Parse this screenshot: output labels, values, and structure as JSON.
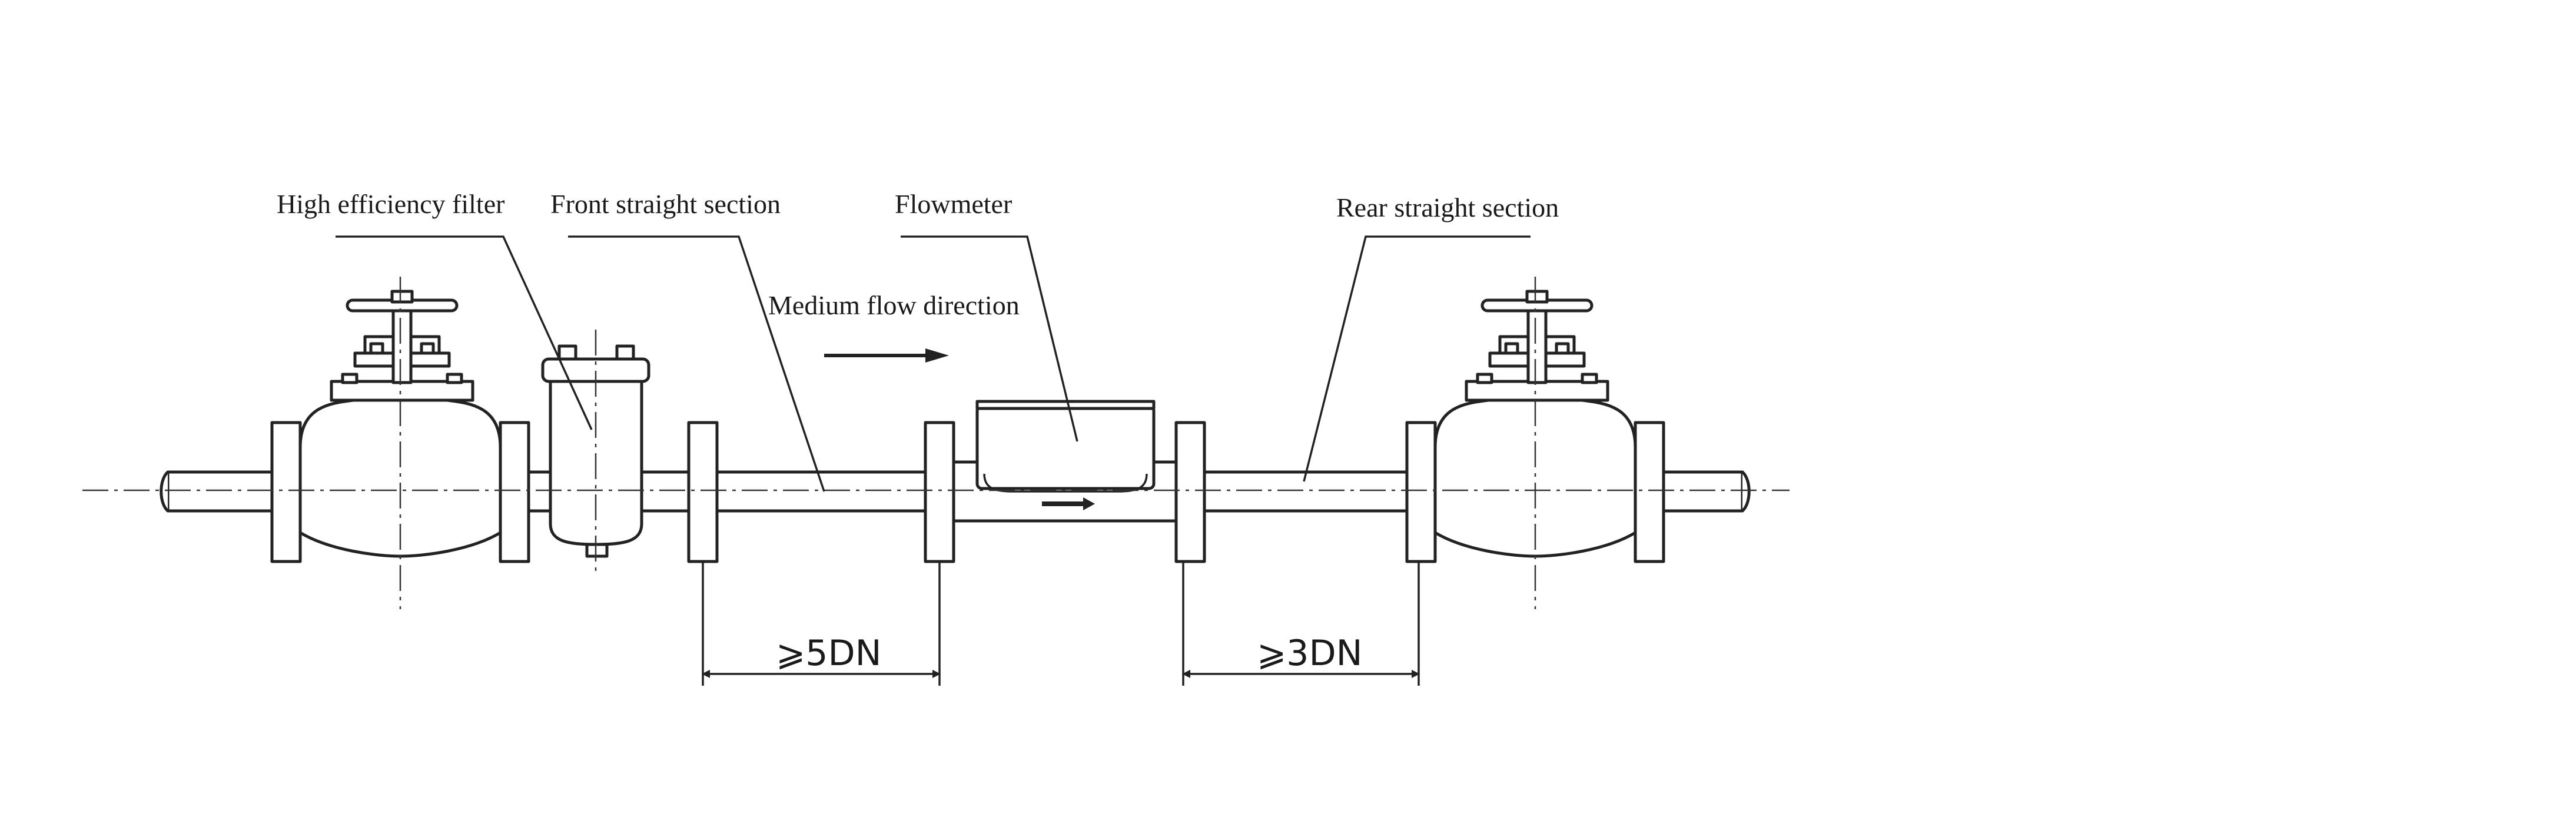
{
  "labels": {
    "filter": "High efficiency filter",
    "front_section": "Front straight section",
    "flowmeter": "Flowmeter",
    "flow_direction": "Medium flow direction",
    "rear_section": "Rear straight section"
  },
  "dimensions": {
    "front": "⩾5DN",
    "rear": "⩾3DN"
  }
}
